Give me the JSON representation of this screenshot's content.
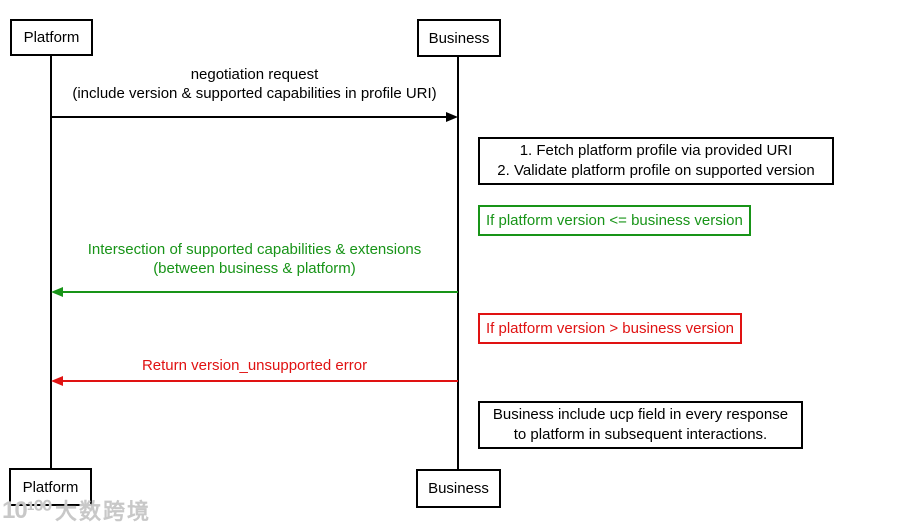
{
  "colors": {
    "line": "#000000",
    "green": "#189418",
    "red": "#e01212",
    "watermark": "#c8c8c8"
  },
  "actors": {
    "platform": "Platform",
    "business": "Business"
  },
  "messages": {
    "negotiation": {
      "line1": "negotiation request",
      "line2": "(include version & supported capabilities in profile URI)"
    },
    "intersection": {
      "line1": "Intersection of supported capabilities & extensions",
      "line2": "(between business & platform)"
    },
    "unsupported": {
      "line1": "Return version_unsupported error"
    }
  },
  "notes": {
    "fetch_validate": {
      "line1": "1. Fetch platform profile via provided URI",
      "line2": "2. Validate platform profile on supported version"
    },
    "ucp_field": {
      "line1": "Business include ucp field in every response",
      "line2": "to platform in subsequent interactions."
    }
  },
  "conditions": {
    "version_le": "If platform version <= business version",
    "version_gt": "If platform version > business version"
  },
  "watermark": {
    "logo": "10¹⁰⁰",
    "text": "大数跨境"
  }
}
